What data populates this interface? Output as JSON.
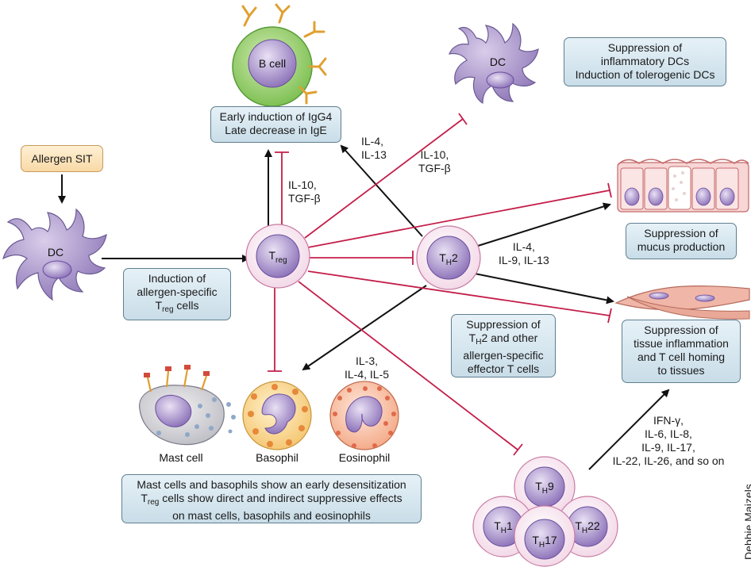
{
  "allergen_sit": "Allergen SIT",
  "dc_left": "DC",
  "dc_top": "DC",
  "b_cell": "B cell",
  "treg": {
    "base": "T",
    "sub": "reg"
  },
  "th2": {
    "base": "T",
    "sub": "H",
    "tail": "2"
  },
  "th_cluster": {
    "th9": {
      "base": "T",
      "sub": "H",
      "tail": "9"
    },
    "th1": {
      "base": "T",
      "sub": "H",
      "tail": "1"
    },
    "th22": {
      "base": "T",
      "sub": "H",
      "tail": "22"
    },
    "th17": {
      "base": "T",
      "sub": "H",
      "tail": "17"
    }
  },
  "boxes": {
    "igg4": [
      "Early induction of IgG4",
      "Late decrease in IgE"
    ],
    "dc_suppression": [
      "Suppression of",
      "inflammatory DCs",
      "Induction of tolerogenic DCs"
    ],
    "induction_treg": {
      "line1": "Induction of",
      "line2": "allergen-specific",
      "line3_base": "T",
      "line3_sub": "reg",
      "line3_tail": " cells"
    },
    "mucus": [
      "Suppression of",
      "mucus production"
    ],
    "th2_suppression": {
      "line1_pre": "Suppression of",
      "line2_base": "T",
      "line2_sub": "H",
      "line2_tail": "2 and other",
      "line3": "allergen-specific",
      "line4": "effector T cells"
    },
    "tissue": [
      "Suppression of",
      "tissue inflammation",
      "and T cell homing",
      "to tissues"
    ],
    "mast_baso": {
      "line1": "Mast cells and basophils show an early desensitization",
      "line2_base": "T",
      "line2_sub": "reg",
      "line2_tail": " cells show direct and indirect suppressive effects",
      "line3": "on mast cells, basophils and eosinophils"
    }
  },
  "cytokines": {
    "treg_b": [
      "IL-10,",
      "TGF-β"
    ],
    "th2_b": [
      "IL-4,",
      "IL-13"
    ],
    "treg_dc": [
      "IL-10,",
      "TGF-β"
    ],
    "th2_epi": [
      "IL-4,",
      "IL-9, IL-13"
    ],
    "th2_baso": [
      "IL-3,",
      "IL-4, IL-5"
    ],
    "th_tissue": [
      "IFN-γ,",
      "IL-6, IL-8,",
      "IL-9, IL-17,",
      "IL-22, IL-26, and so on"
    ]
  },
  "cells": {
    "mast": "Mast cell",
    "basophil": "Basophil",
    "eosinophil": "Eosinophil"
  },
  "credit": "Debbie Maizels"
}
